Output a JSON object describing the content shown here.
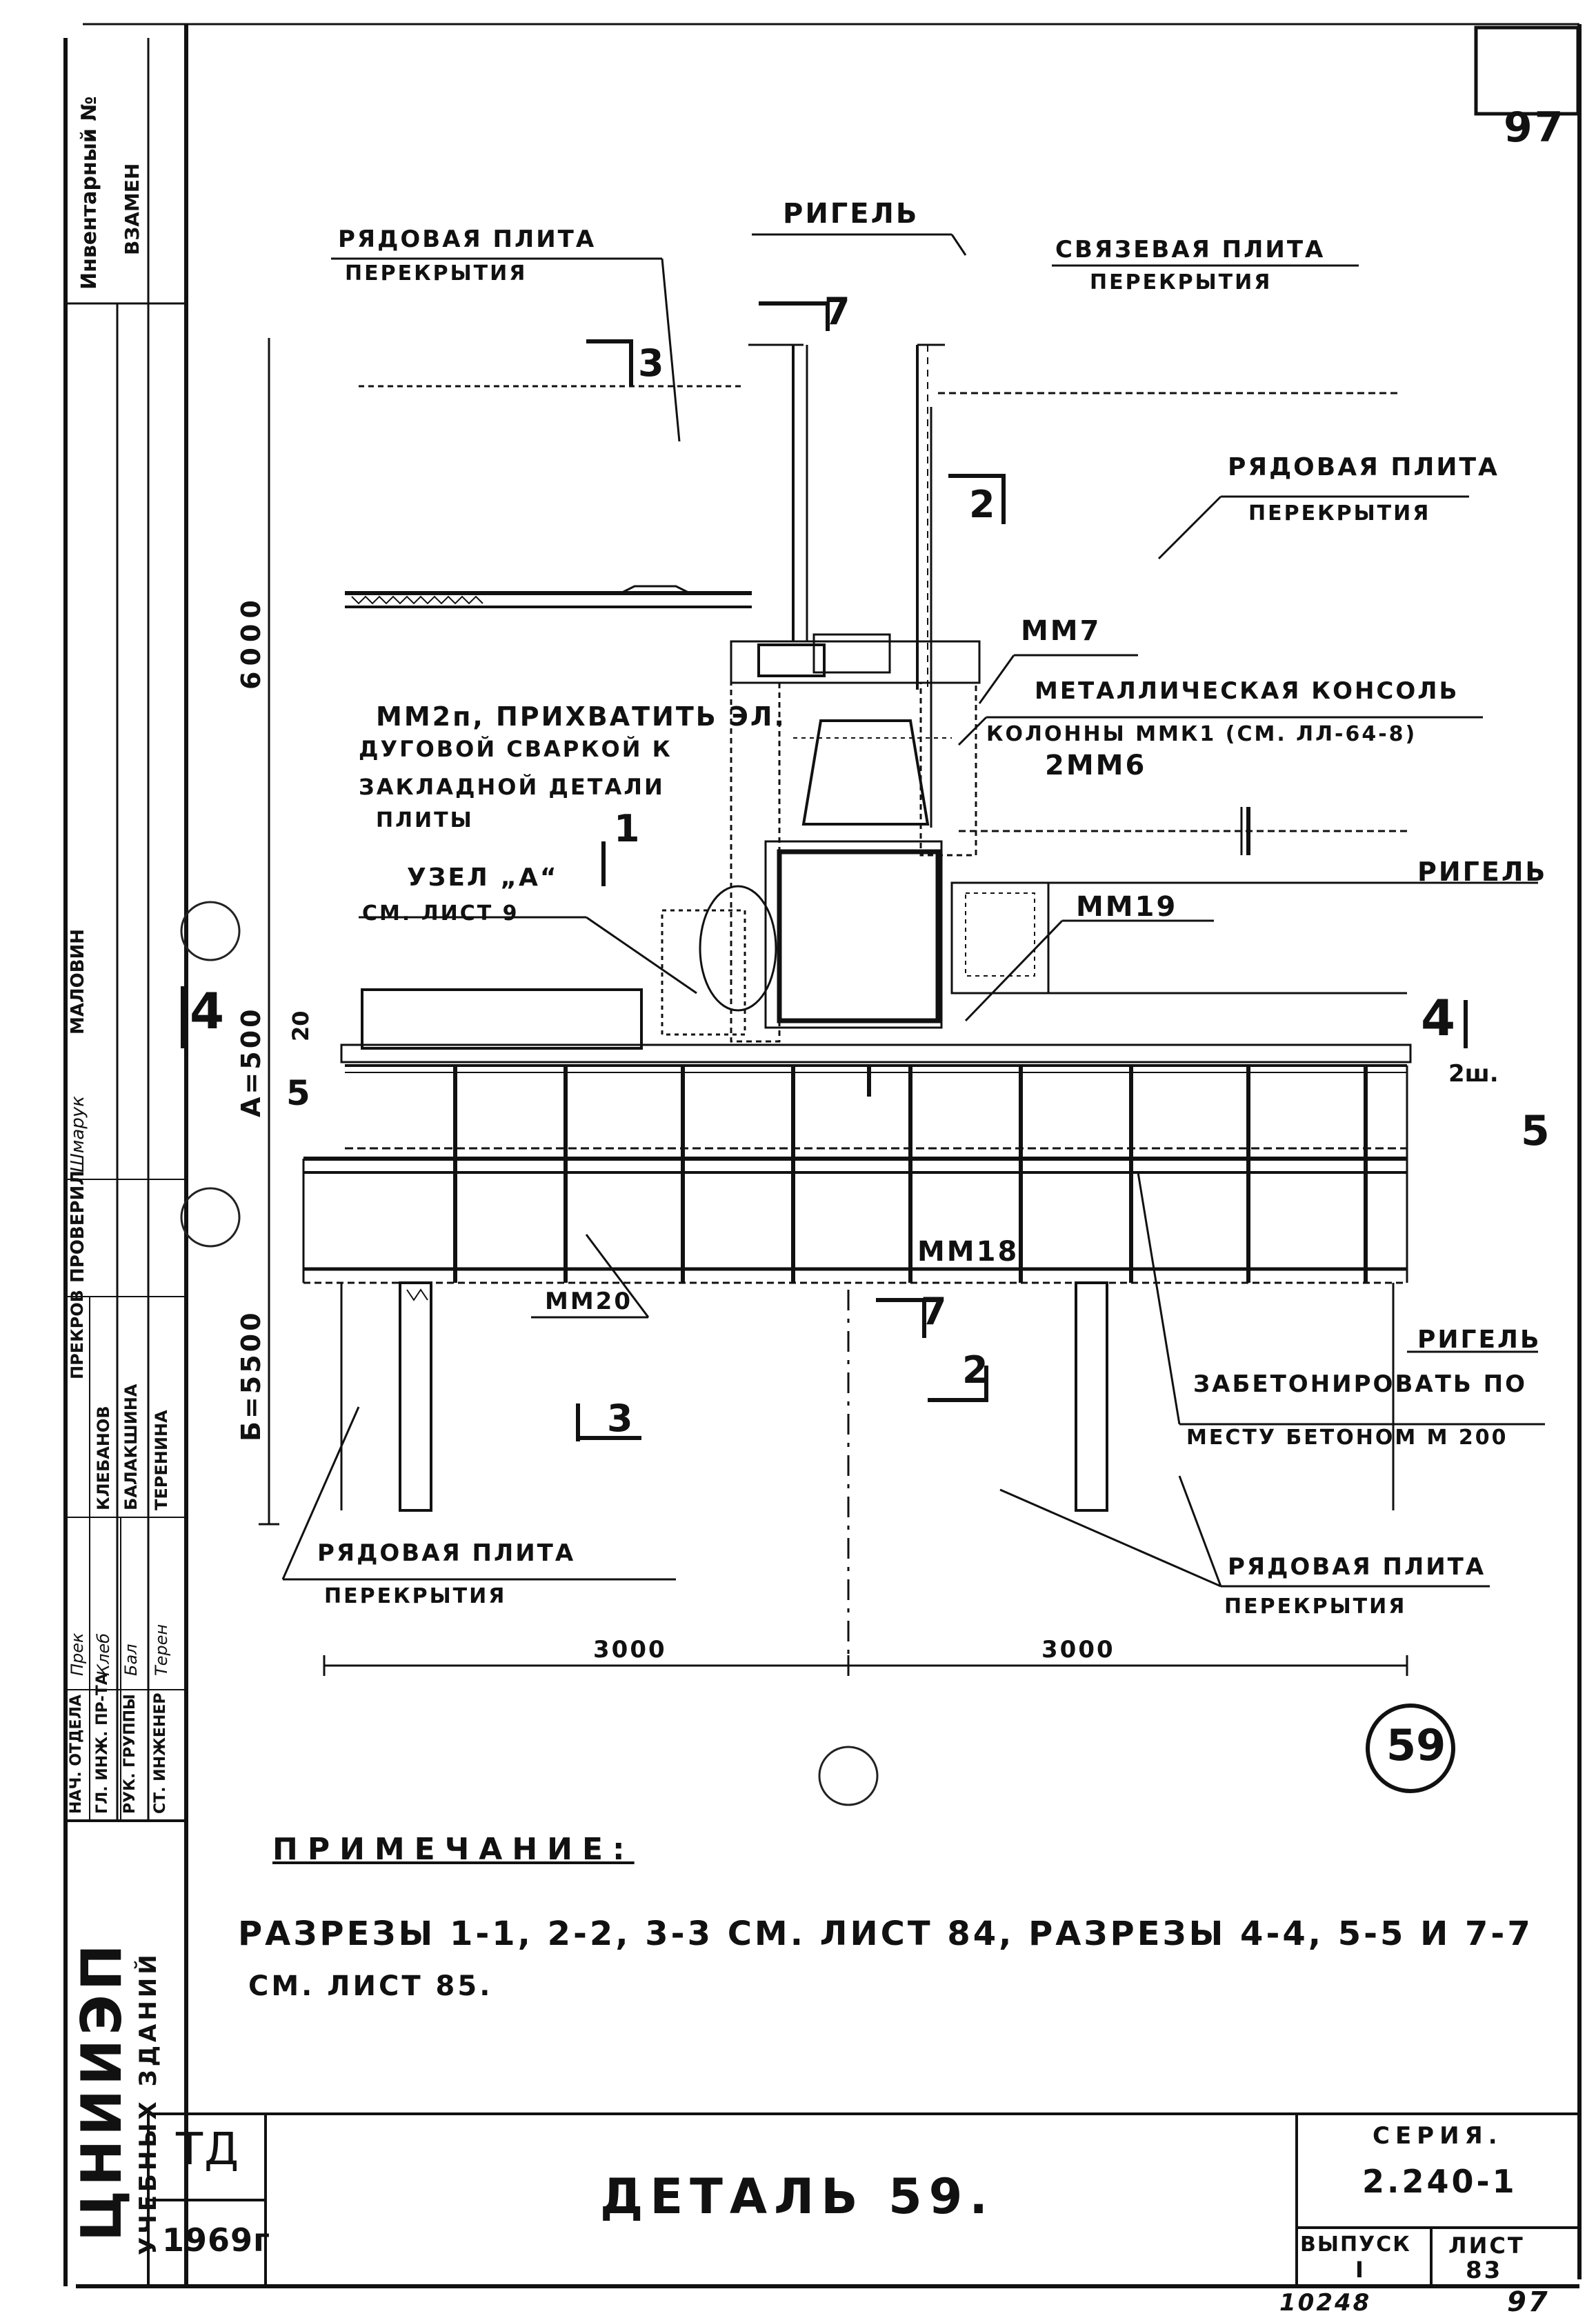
{
  "sheet": {
    "page_mark_top": "97",
    "page_mark_bottom": "97",
    "archive_number": "10248",
    "detail_circle": "59"
  },
  "left_strip": {
    "inventory_label": "Инвентарный №",
    "replaced_label": "ВЗАМЕН",
    "roles": [
      "НАЧ. ОТДЕЛА",
      "ГЛ. ИНЖ. ПР-ТА",
      "РУК. ГРУППЫ",
      "СТ. ИНЖЕНЕР"
    ],
    "names_header": "ПРЕКРОВ",
    "names": [
      "КЛЕБАНОВ",
      "БАЛАКШИНА",
      "ТЕРЕНИНА"
    ],
    "checked_header": "ПРОВЕРИЛ",
    "signatures": [
      "Прек",
      "Клеб",
      "Бал",
      "Терен"
    ],
    "checker_signature": "Шмарук",
    "checker_name": "МАЛОВИН",
    "institute": "ЦНИИЭП",
    "institute_sub": "УЧЕБНЫХ ЗДАНИЙ"
  },
  "drawing": {
    "labels": {
      "ordinary_slab_top_left": [
        "РЯДОВАЯ ПЛИТА",
        "ПЕРЕКРЫТИЯ"
      ],
      "rigel_top": "РИГЕЛЬ",
      "tie_slab": [
        "СВЯЗЕВАЯ ПЛИТА",
        "ПЕРЕКРЫТИЯ"
      ],
      "ordinary_slab_right": [
        "РЯДОВАЯ ПЛИТА",
        "ПЕРЕКРЫТИЯ"
      ],
      "mm7": "ММ7",
      "console": [
        "МЕТАЛЛИЧЕСКАЯ КОНСОЛЬ",
        "КОЛОННЫ ММК1 (СМ. ЛЛ-64-8)"
      ],
      "mm6": "2ММ6",
      "mm2": [
        "ММ2п, ПРИХВАТИТЬ ЭЛ.",
        "ДУГОВОЙ СВАРКОЙ  К",
        "ЗАКЛАДНОЙ  ДЕТАЛИ",
        "ПЛИТЫ"
      ],
      "node_a": [
        "УЗЕЛ „А“",
        "СМ. ЛИСТ 9"
      ],
      "mm19": "ММ19",
      "rigel_right": "РИГЕЛЬ",
      "rigel_right_low": "РИГЕЛЬ",
      "mm18": "ММ18",
      "mm20": "ММ20",
      "concrete": [
        "ЗАБЕТОНИРОВАТЬ ПО",
        "МЕСТУ БЕТОНОМ  М 200"
      ],
      "ordinary_slab_bottom_left": [
        "РЯДОВАЯ ПЛИТА",
        "ПЕРЕКРЫТИЯ"
      ],
      "ordinary_slab_bottom_right": [
        "РЯДОВАЯ ПЛИТА",
        "ПЕРЕКРЫТИЯ"
      ]
    },
    "section_marks": {
      "s3_top": "3",
      "s7_top": "7",
      "s2_top": "2",
      "s1": "1",
      "s4_left": "4",
      "s4_right": "4",
      "s5_left": "5",
      "s5_right": "5",
      "s7_bottom": "7",
      "s2_bottom": "2",
      "s3_bottom": "3"
    },
    "dims": {
      "vertical_6000": "6000",
      "a_500": "А=500",
      "b_5500": "Б=5500",
      "d20": "20",
      "h3000_left": "3000",
      "h3000_right": "3000",
      "small_2": "2ш."
    }
  },
  "note": {
    "heading": "ПРИМЕЧАНИЕ:",
    "line1": "РАЗРЕЗЫ 1-1, 2-2, 3-3 СМ. ЛИСТ 84, РАЗРЕЗЫ 4-4, 5-5 И 7-7",
    "line2": "СМ. ЛИСТ 85."
  },
  "title_block": {
    "td": "ТД",
    "year": "1969г",
    "title": "ДЕТАЛЬ 59.",
    "series_label": "СЕРИЯ.",
    "series_value": "2.240-1",
    "issue_label": "ВЫПУСК",
    "issue_value": "I",
    "sheet_label": "ЛИСТ",
    "sheet_value": "83"
  },
  "colors": {
    "ink": "#111111",
    "paper": "#ffffff",
    "hatch": "#333333"
  }
}
